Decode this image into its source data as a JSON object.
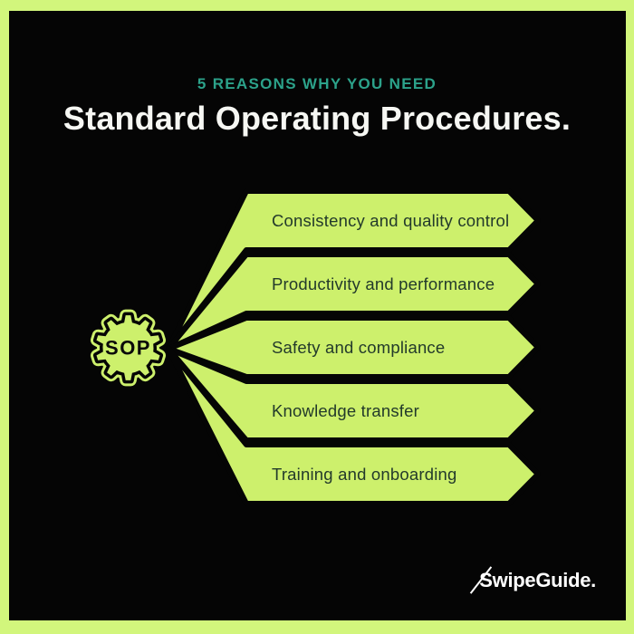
{
  "header": {
    "eyebrow": "5 REASONS WHY YOU NEED",
    "title": "Standard Operating Procedures."
  },
  "hub": {
    "icon": "gear-icon",
    "label": "SOP"
  },
  "reasons": [
    "Consistency and quality control",
    "Productivity and performance",
    "Safety and compliance",
    "Knowledge transfer",
    "Training and onboarding"
  ],
  "brand": {
    "logo": "SwipeGuide."
  },
  "colors": {
    "frame_lime": "#d2f67c",
    "banner_lime": "#cdf06c",
    "teal_accent": "#2ca28a",
    "panel_background": "#050505",
    "banner_text": "#233a2b",
    "title_text": "#f6f7f3",
    "logo_text": "#ffffff"
  }
}
